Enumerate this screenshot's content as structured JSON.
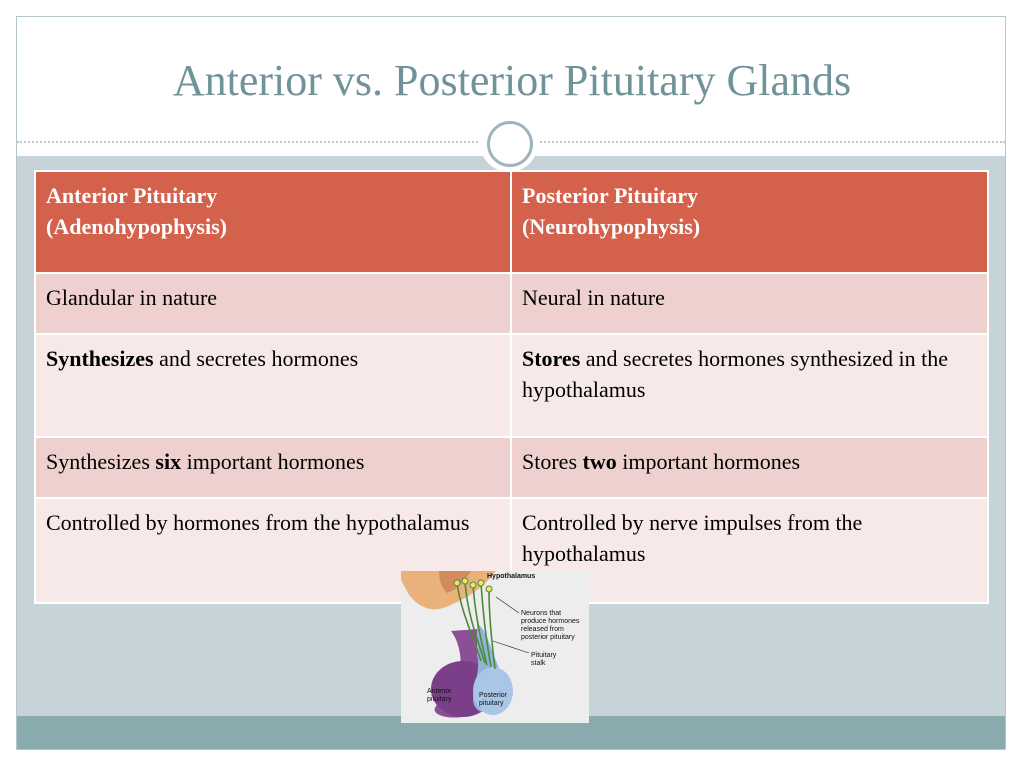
{
  "slide": {
    "title": "Anterior vs. Posterior Pituitary Glands"
  },
  "table": {
    "headers": [
      [
        "Anterior Pituitary",
        "(Adenohypophysis)"
      ],
      [
        "Posterior Pituitary",
        "(Neurohypophysis)"
      ]
    ],
    "rows": [
      {
        "anterior": {
          "pre": "Glandular in nature",
          "bold": "",
          "post": ""
        },
        "posterior": {
          "pre": "Neural in nature",
          "bold": "",
          "post": ""
        }
      },
      {
        "anterior": {
          "pre": "",
          "bold": "Synthesizes",
          "post": " and secretes hormones"
        },
        "posterior": {
          "pre": "",
          "bold": "Stores",
          "post": " and secretes hormones synthesized in the hypothalamus"
        }
      },
      {
        "anterior": {
          "pre": "Synthesizes ",
          "bold": "six",
          "post": " important hormones"
        },
        "posterior": {
          "pre": "Stores ",
          "bold": "two",
          "post": " important hormones"
        }
      },
      {
        "anterior": {
          "pre": "Controlled by hormones from the hypothalamus",
          "bold": "",
          "post": ""
        },
        "posterior": {
          "pre": "Controlled by nerve impulses  from the hypothalamus",
          "bold": "",
          "post": ""
        }
      }
    ]
  },
  "diagram": {
    "labels": {
      "hypothalamus": "Hypothalamus",
      "neurons_1": "Neurons that",
      "neurons_2": "produce hormones",
      "neurons_3": "released from",
      "neurons_4": "posterior pituitary",
      "stalk_1": "Pituitary",
      "stalk_2": "stalk",
      "anterior_1": "Anterior",
      "anterior_2": "pituitary",
      "posterior_1": "Posterior",
      "posterior_2": "pituitary"
    }
  },
  "colors": {
    "title": "#6f9398",
    "header_fill": "#d3614b",
    "row_dark": "#eed1ce",
    "row_light": "#f7e9e8",
    "band": "#c6d4d9",
    "footer_band": "#8aabad"
  }
}
